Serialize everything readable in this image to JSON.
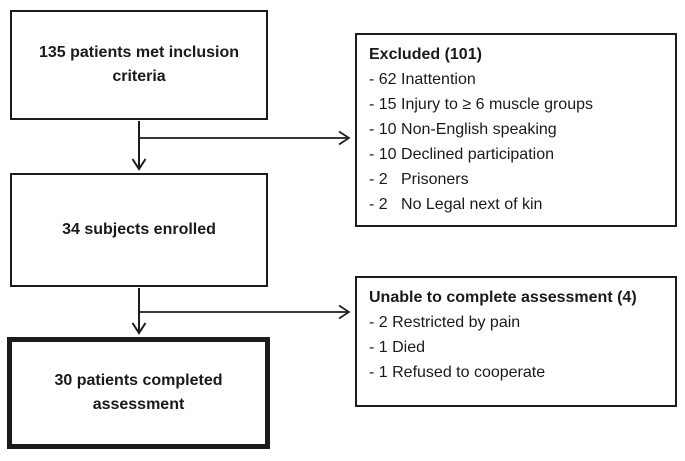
{
  "diagram": {
    "type": "patient-flow-diagram",
    "boxes": {
      "inclusion": {
        "label": "135 patients met inclusion criteria"
      },
      "enrolled": {
        "label": "34 subjects enrolled"
      },
      "completed": {
        "label": "30 patients completed assessment"
      },
      "excluded": {
        "title": "Excluded (101)",
        "items": [
          "- 62 Inattention",
          "- 15 Injury to ≥ 6 muscle groups",
          "- 10 Non-English speaking",
          "- 10 Declined participation",
          "- 2   Prisoners",
          "- 2   No Legal next of kin"
        ]
      },
      "unable": {
        "title": "Unable to complete assessment (4)",
        "items": [
          "- 2 Restricted by pain",
          "- 1 Died",
          "- 1 Refused to cooperate"
        ]
      }
    },
    "colors": {
      "line": "#1c1c1c",
      "text": "#1a1a1a",
      "background": "#ffffff"
    }
  }
}
